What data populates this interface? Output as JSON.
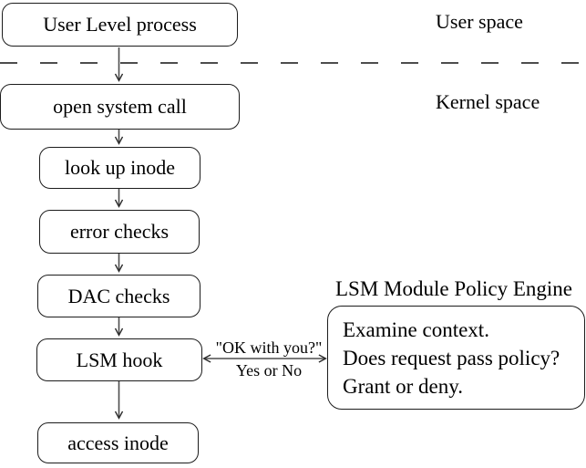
{
  "diagram": {
    "title_semantic": "LSM hook architecture flow diagram",
    "colors": {
      "background": "#ffffff",
      "line": "#4d4d4d",
      "border": "#1c1c1c",
      "text": "#000000"
    },
    "regions": {
      "user_space_label": "User space",
      "kernel_space_label": "Kernel space"
    },
    "flow_boxes": [
      {
        "id": "user-level-process",
        "label": "User Level process"
      },
      {
        "id": "open-system-call",
        "label": "open system call"
      },
      {
        "id": "look-up-inode",
        "label": "look up inode"
      },
      {
        "id": "error-checks",
        "label": "error checks"
      },
      {
        "id": "dac-checks",
        "label": "DAC checks"
      },
      {
        "id": "lsm-hook",
        "label": "LSM hook"
      },
      {
        "id": "access-inode",
        "label": "access inode"
      }
    ],
    "policy_engine": {
      "title": "LSM Module Policy Engine",
      "lines": [
        "Examine context.",
        "Does request pass policy?",
        "Grant or deny."
      ]
    },
    "hook_arrow": {
      "top_label": "\"OK with you?\"",
      "bottom_label": "Yes or No"
    }
  }
}
